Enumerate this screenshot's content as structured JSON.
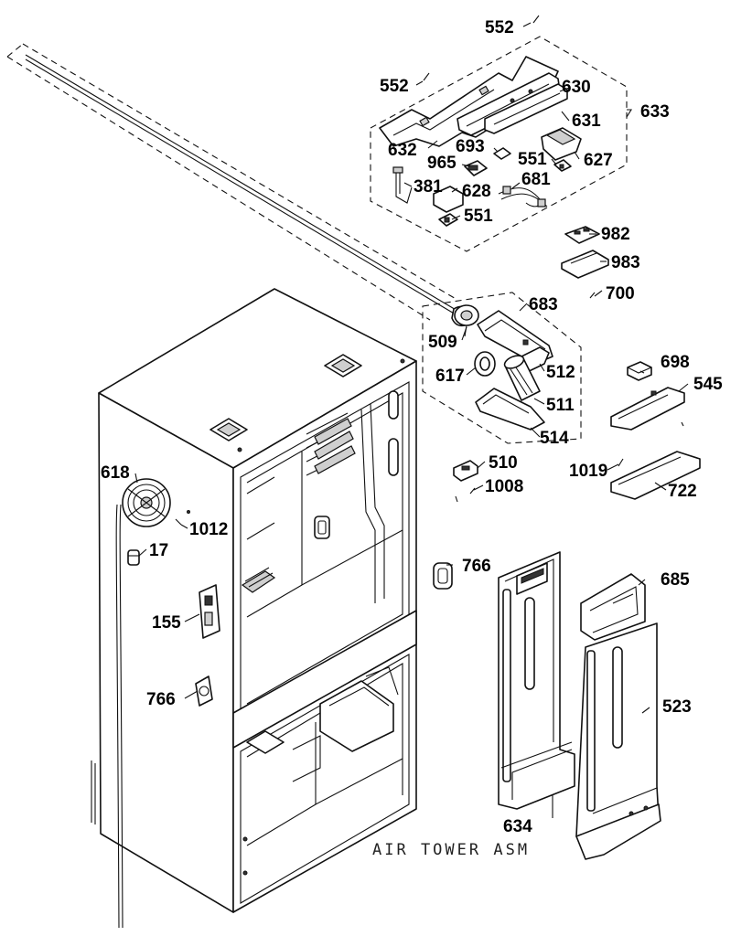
{
  "callouts": {
    "c552a": "552",
    "c552b": "552",
    "c630": "630",
    "c633": "633",
    "c631": "631",
    "c632": "632",
    "c693": "693",
    "c551a": "551",
    "c627": "627",
    "c965": "965",
    "c681": "681",
    "c381": "381",
    "c628": "628",
    "c551b": "551",
    "c982": "982",
    "c983": "983",
    "c700": "700",
    "c683": "683",
    "c509": "509",
    "c698": "698",
    "c545": "545",
    "c617": "617",
    "c512": "512",
    "c511": "511",
    "c514": "514",
    "c510": "510",
    "c1019": "1019",
    "c1008": "1008",
    "c722": "722",
    "c618": "618",
    "c1012": "1012",
    "c17": "17",
    "c766a": "766",
    "c685": "685",
    "c155": "155",
    "c766b": "766",
    "c523": "523",
    "c634": "634"
  },
  "caption": "AIR TOWER ASM"
}
